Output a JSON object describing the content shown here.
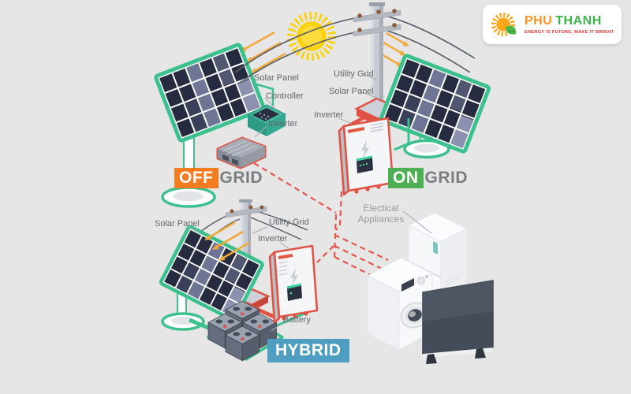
{
  "page": {
    "background": "#e6e6e6"
  },
  "logo": {
    "brand_part1": "PHU",
    "brand_part2": "THANH",
    "tagline": "ENERGY IS FUTURE, MAKE IT BRIGHT",
    "colors": {
      "part1": "#f7941d",
      "part2": "#3ab54a",
      "tagline": "#e8312a"
    }
  },
  "badges": {
    "offgrid": {
      "highlight": "OFF",
      "rest": "GRID",
      "highlight_bg": "#f57b20"
    },
    "ongrid": {
      "highlight": "ON",
      "rest": "GRID",
      "highlight_bg": "#4cb052"
    },
    "hybrid": {
      "label": "HYBRID",
      "bg": "#4f9dc0"
    }
  },
  "labels": {
    "offgrid_solar_panel": "Solar Panel",
    "offgrid_controller": "Controller",
    "offgrid_inverter": "Inverter",
    "ongrid_utility_grid": "Utility Grid",
    "ongrid_solar_panel": "Solar Panel",
    "ongrid_inverter": "Inverter",
    "hybrid_solar_panel": "Solar Panel",
    "hybrid_utility_grid": "Utility Grid",
    "hybrid_inverter": "Inverter",
    "hybrid_battery": "Battery",
    "appliances_line1": "Electical",
    "appliances_line2": "Appliances"
  },
  "colors": {
    "accent_green": "#3cc18e",
    "accent_red": "#e2574a",
    "sun_yellow": "#fbd20f",
    "arrow_orange": "#f2a93b",
    "panel_cell": "#262b3f",
    "label_text": "#63666b"
  }
}
